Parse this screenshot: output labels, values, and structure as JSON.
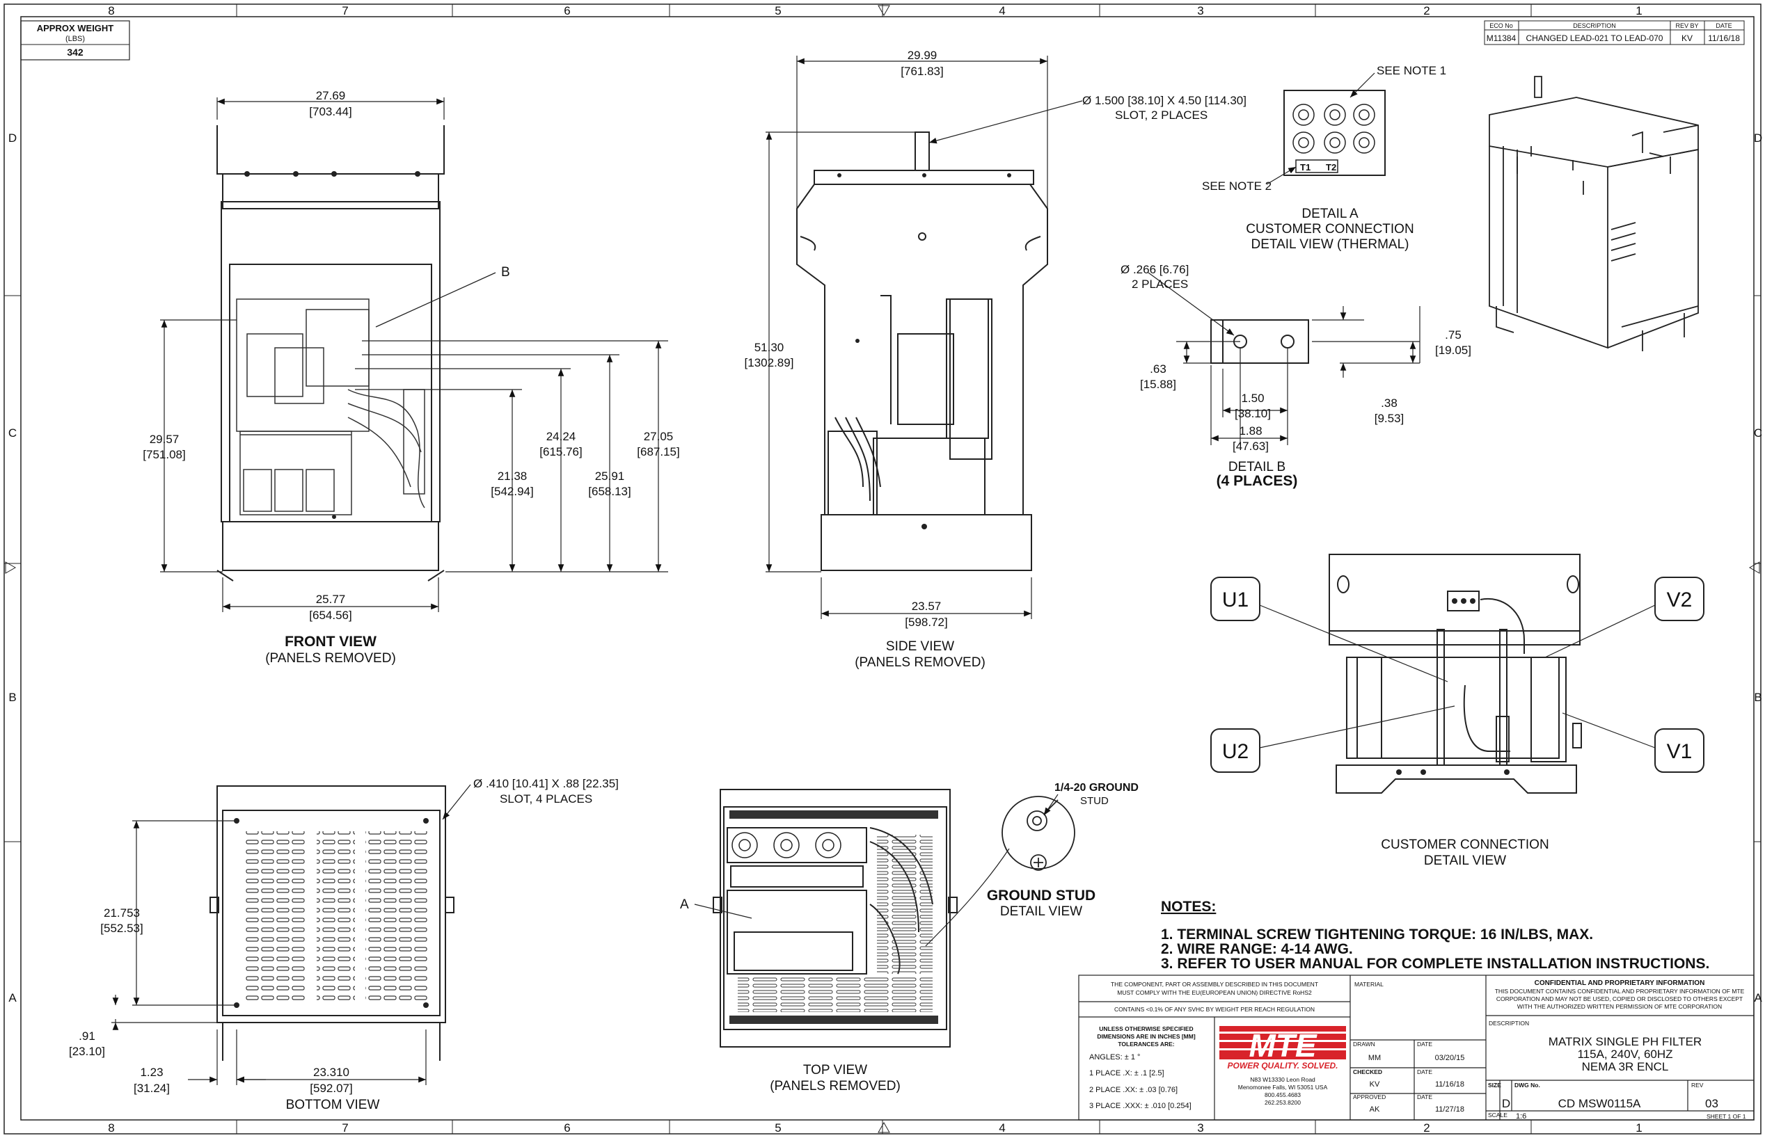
{
  "zones": {
    "columns": [
      "8",
      "7",
      "6",
      "5",
      "4",
      "3",
      "2",
      "1"
    ],
    "rows": [
      "D",
      "C",
      "B",
      "A"
    ]
  },
  "weight": {
    "label": "APPROX WEIGHT",
    "unit": "(LBS)",
    "value": "342"
  },
  "revision_table": {
    "headers": [
      "ECO No",
      "DESCRIPTION",
      "REV BY",
      "DATE"
    ],
    "row": [
      "M11384",
      "CHANGED LEAD-021 TO LEAD-070",
      "KV",
      "11/16/18"
    ]
  },
  "front_view": {
    "title": "FRONT VIEW",
    "subtitle": "(PANELS REMOVED)",
    "callout": "B",
    "dims": {
      "top_w": "27.69",
      "top_w_mm": "[703.44]",
      "bot_w": "25.77",
      "bot_w_mm": "[654.56]",
      "h_left": "29.57",
      "h_left_mm": "[751.08]",
      "h1": "21.38",
      "h1_mm": "[542.94]",
      "h2": "24.24",
      "h2_mm": "[615.76]",
      "h3": "25.91",
      "h3_mm": "[658.13]",
      "h4": "27.05",
      "h4_mm": "[687.15]"
    }
  },
  "side_view": {
    "title": "SIDE VIEW",
    "subtitle": "(PANELS REMOVED)",
    "dims": {
      "top_w": "29.99",
      "top_w_mm": "[761.83]",
      "bot_w": "23.57",
      "bot_w_mm": "[598.72]",
      "h": "51.30",
      "h_mm": "[1302.89]"
    },
    "slot_line1": "Ø 1.500 [38.10] X 4.50 [114.30]",
    "slot_line2": "SLOT, 2 PLACES"
  },
  "detail_a": {
    "note1": "SEE NOTE 1",
    "note2": "SEE NOTE 2",
    "t1": "T1",
    "t2": "T2",
    "title1": "DETAIL A",
    "title2": "CUSTOMER CONNECTION",
    "title3": "DETAIL VIEW (THERMAL)"
  },
  "detail_b": {
    "hole1": "Ø .266 [6.76]",
    "hole2": "2 PLACES",
    "d1": "1.50",
    "d1_mm": "[38.10]",
    "d2": "1.88",
    "d2_mm": "[47.63]",
    "d3": ".63",
    "d3_mm": "[15.88]",
    "d4": ".75",
    "d4_mm": "[19.05]",
    "d5": ".38",
    "d5_mm": "[9.53]",
    "title1": "DETAIL B",
    "title2": "(4 PLACES)"
  },
  "customer_connection": {
    "tags": [
      "U1",
      "U2",
      "V2",
      "V1"
    ],
    "title1": "CUSTOMER CONNECTION",
    "title2": "DETAIL VIEW"
  },
  "bottom_view": {
    "title": "BOTTOM VIEW",
    "slot_line1": "Ø .410 [10.41] X .88 [22.35]",
    "slot_line2": "SLOT, 4 PLACES",
    "dims": {
      "h": "21.753",
      "h_mm": "[552.53]",
      "off": ".91",
      "off_mm": "[23.10]",
      "w": "23.310",
      "w_mm": "[592.07]",
      "side": "1.23",
      "side_mm": "[31.24]"
    }
  },
  "top_view": {
    "title": "TOP VIEW",
    "subtitle": "(PANELS REMOVED)",
    "callout": "A",
    "stud_line1": "1/4-20 GROUND",
    "stud_line2": "STUD",
    "stud_title1": "GROUND STUD",
    "stud_title2": "DETAIL VIEW"
  },
  "notes": {
    "heading": "NOTES:",
    "items": [
      "1.  TERMINAL SCREW TIGHTENING TORQUE: 16 IN/LBS, MAX.",
      "2.  WIRE RANGE: 4-14 AWG.",
      "3.  REFER TO USER MANUAL FOR COMPLETE INSTALLATION INSTRUCTIONS."
    ]
  },
  "title_block": {
    "rohs1": "THE COMPONENT, PART OR ASSEMBLY DESCRIBED IN THIS DOCUMENT",
    "rohs2": "MUST COMPLY WITH THE EU(EUROPEAN UNION) DIRECTIVE RoHS2",
    "svhc": "CONTAINS <0.1% OF ANY SVHC BY WEIGHT PER REACH REGULATION",
    "tol1": "UNLESS OTHERWISE SPECIFIED",
    "tol2": "DIMENSIONS ARE IN INCHES [MM]",
    "tol3": "TOLERANCES ARE:",
    "angles": "ANGLES: ± 1 °",
    "place1": "1 PLACE .X: ± .1 [2.5]",
    "place2": "2 PLACE .XX: ± .03 [0.76]",
    "place3": "3 PLACE .XXX: ± .010 [0.254]",
    "logo": "MTE",
    "tagline": "POWER QUALITY. SOLVED.",
    "addr1": "N83 W13330 Leon Road",
    "addr2": "Menomonee Falls, WI 53051 USA",
    "addr3": "800.455.4683",
    "addr4": "262.253.8200",
    "material_label": "MATERIAL",
    "drawn_label": "DRAWN",
    "drawn_by": "MM",
    "drawn_date": "03/20/15",
    "checked_label": "CHECKED",
    "checked_by": "KV",
    "checked_date": "11/16/18",
    "approved_label": "APPROVED",
    "approved_by": "AK",
    "approved_date": "11/27/18",
    "date_label": "DATE",
    "conf_title": "CONFIDENTIAL AND PROPRIETARY INFORMATION",
    "conf1": "THIS DOCUMENT CONTAINS CONFIDENTIAL AND PROPRIETARY INFORMATION OF MTE",
    "conf2": "CORPORATION AND MAY NOT BE USED, COPIED OR DISCLOSED TO OTHERS EXCEPT",
    "conf3": "WITH THE AUTHORIZED WRITTEN PERMISSION OF MTE CORPORATION",
    "desc_label": "DESCRIPTION",
    "desc1": "MATRIX SINGLE PH FILTER",
    "desc2": "115A, 240V, 60HZ",
    "desc3": "NEMA 3R ENCL",
    "size_label": "SIZE",
    "size": "D",
    "dwg_label": "DWG No.",
    "dwg": "CD MSW0115A",
    "rev_label": "REV",
    "rev": "03",
    "scale_label": "SCALE",
    "scale": "1:6",
    "sheet": "SHEET 1  OF 1"
  }
}
